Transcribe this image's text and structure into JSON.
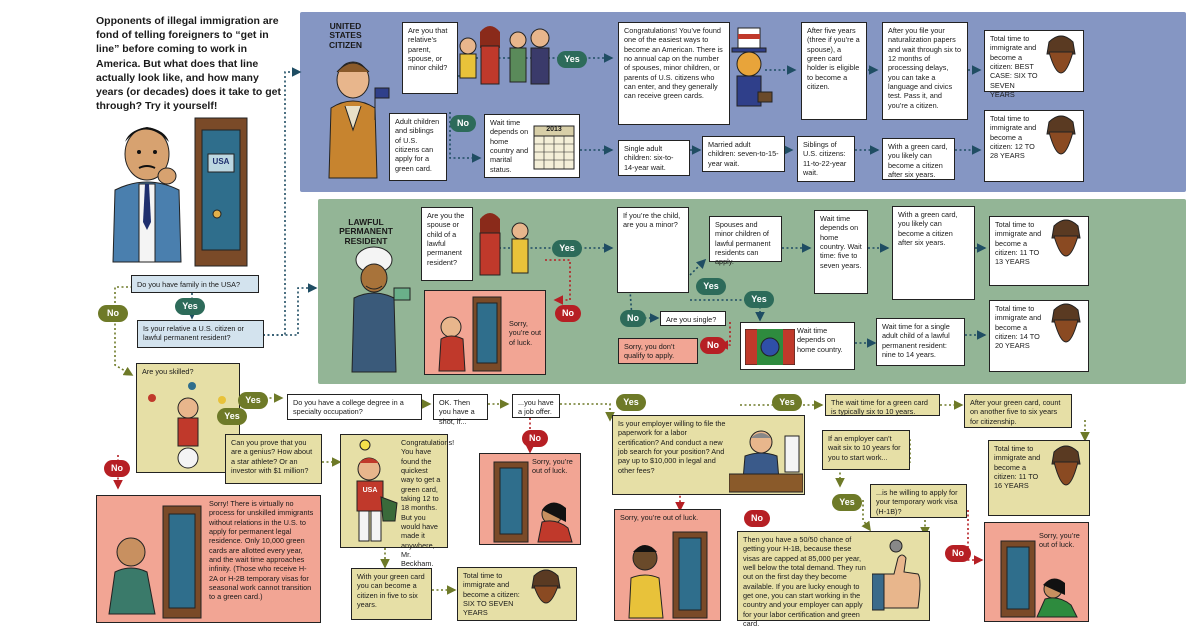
{
  "intro": "Opponents of illegal immigration are fond of telling foreigners to “get in line” before coming to work in America. But what does that line actually look like, and how many years (or decades) does it take to get through? Try it yourself!",
  "door_label": "USA",
  "colors": {
    "citizen_band": "#8596c3",
    "lpr_band": "#93b596",
    "tan": "#e6dfa6",
    "blue_box": "#d3e3ee",
    "salmon": "#f2a594",
    "yes": "#2d6b5a",
    "no": "#b61f24"
  },
  "start": {
    "q_family": "Do you have family in the USA?",
    "q_relative": "Is your relative a U.S. citizen or lawful permanent resident?",
    "yes": "Yes",
    "no": "No"
  },
  "citizen": {
    "title": "UNITED STATES CITIZEN",
    "q_parent": "Are you that relative’s parent, spouse, or minor child?",
    "yes": "Yes",
    "no": "No",
    "congrats": "Congratulations! You’ve found one of the easiest ways to become an American. There is no annual cap on the number of spouses, minor children, or parents of U.S. citizens who can enter, and they generally can receive green cards.",
    "after_five": "After five years (three if you’re a spouse), a green card holder is eligible to become a citizen.",
    "naturalization": "After you file your naturalization papers and wait through six to 12 months of processing delays, you can take a language and civics test. Pass it, and you’re a citizen.",
    "total_best": "Total time to immigrate and become a citizen: BEST CASE: SIX TO SEVEN YEARS",
    "adult_children": "Adult children and siblings of U.S. citizens can apply for a green card.",
    "wait_depends": "Wait time depends on home country and marital status.",
    "calendar": "2013",
    "single_adult": "Single adult children: six-to-14-year wait.",
    "married_adult": "Married adult children: seven-to-15-year wait.",
    "siblings": "Siblings of U.S. citizens: 11-to-22-year wait.",
    "green_card_six": "With a green card, you likely can become a citizen after six years.",
    "total_12_28": "Total time to immigrate and become a citizen: 12 TO 28 YEARS"
  },
  "lpr": {
    "title": "LAWFUL PERMANENT RESIDENT",
    "q_spouse": "Are you the spouse or child of a lawful permanent resident?",
    "yes": "Yes",
    "no": "No",
    "sorry": "Sorry, you’re out of luck.",
    "q_minor": "If you’re the child, are you a minor?",
    "spouses_minor": "Spouses and minor children of lawful permanent residents can apply.",
    "wait_five_seven": "Wait time depends on home country. Wait time: five to seven years.",
    "green_card_six": "With a green card, you likely can become a citizen after six years.",
    "total_11_13": "Total time to immigrate and become a citizen: 11 TO 13 YEARS",
    "q_single": "Are you single?",
    "not_qualify": "Sorry, you don’t qualify to apply.",
    "wait_home": "Wait time depends on home country.",
    "single_adult_wait": "Wait time for a single adult child of a lawful permanent resident: nine to 14 years.",
    "total_14_20": "Total time to immigrate and become a citizen: 14 TO 20 YEARS"
  },
  "skilled": {
    "q_skilled": "Are you skilled?",
    "yes": "Yes",
    "no": "No",
    "sorry_unskilled": "Sorry! There is virtually no process for unskilled immigrants without relations in the U.S. to apply for permanent legal residence. Only 10,000 green cards are allotted every year, and the wait time approaches infinity. (Those who receive H-2A or H-2B temporary visas for seasonal work cannot transition to a green card.)",
    "q_college": "Do you have a college degree in a specialty occupation?",
    "ok_shot": "OK. Then you have a shot, if...",
    "job_offer": "...you have a job offer.",
    "sorry_luck": "Sorry, you’re out of luck.",
    "q_genius": "Can you prove that you are a genius? How about a star athlete? Or an investor with $1 million?",
    "congrats_genius": "Congratulations! You have found the quickest way to get a green card, taking 12 to 18 months. But you would have made it anywhere, Mr. Beckham.",
    "jersey": "USA",
    "green_card_five": "With your green card you can become a citizen in five to six years.",
    "total_six_seven": "Total time to immigrate and become a citizen: SIX TO SEVEN YEARS",
    "q_employer": "Is your employer willing to file the paperwork for a labor certification? And conduct a new job search for your position? And pay up to $10,000 in legal and other fees?",
    "sorry_employer": "Sorry, you’re out of luck.",
    "wait_six_ten": "The wait time for a green card is typically six to 10 years.",
    "after_green": "After your green card, count on another five to six years for citizenship.",
    "total_11_16": "Total time to immigrate and become a citizen: 11 TO 16 YEARS",
    "employer_cant_wait": "If an employer can’t wait six to 10 years for you to start work...",
    "q_h1b": "...is he willing to apply for your temporary work visa (H-1B)?",
    "h1b_chance": "Then you have a 50/50 chance of getting your H-1B, because these visas are capped at 85,000 per year, well below the total demand. They run out on the first day they become available. If you are lucky enough to get one, you can start working in the country and your employer can apply for your labor certification and green card.",
    "sorry_h1b": "Sorry, you’re out of luck."
  }
}
